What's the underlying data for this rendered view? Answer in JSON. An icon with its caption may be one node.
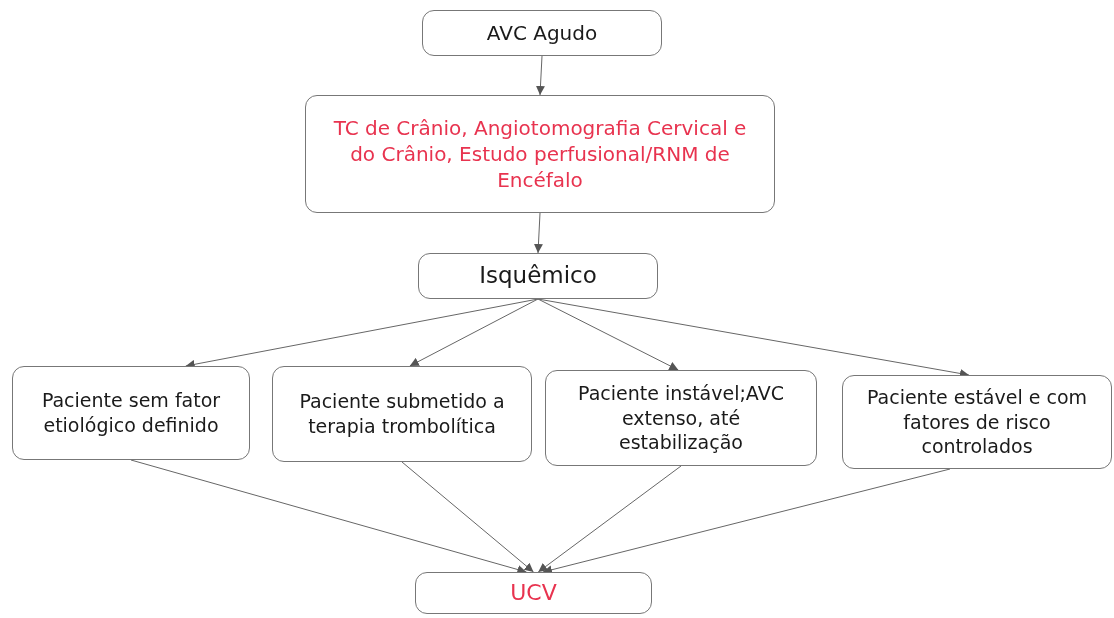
{
  "diagram": {
    "nodes": [
      {
        "text": [
          "AVC Agudo"
        ]
      },
      {
        "text": [
          "TC de Crânio, Angiotomografia Cervical e do Crânio, Estudo perfusional/RNM de Encéfalo"
        ]
      },
      {
        "text": [
          "Isquêmico"
        ]
      },
      {
        "text": [
          "Paciente sem fator etiológico definido"
        ]
      },
      {
        "text": [
          "Paciente submetido a terapia trombolítica"
        ]
      },
      {
        "text": [
          "Paciente instável;AVC extenso, até estabilização"
        ]
      },
      {
        "text": [
          "Paciente estável e com fatores de risco controlados"
        ]
      },
      {
        "text": [
          "UCV"
        ]
      }
    ],
    "edges": [
      {
        "from": 0,
        "to": 1,
        "arrow": "to"
      },
      {
        "from": 1,
        "to": 2,
        "arrow": "to"
      },
      {
        "from": 2,
        "to": 3,
        "arrow": "to"
      },
      {
        "from": 2,
        "to": 4,
        "arrow": "to"
      },
      {
        "from": 2,
        "to": 5,
        "arrow": "to"
      },
      {
        "from": 2,
        "to": 6,
        "arrow": "to"
      },
      {
        "from": 3,
        "to": 7,
        "arrow": "to"
      },
      {
        "from": 4,
        "to": 7,
        "arrow": "to"
      },
      {
        "from": 5,
        "to": 7,
        "arrow": "to"
      },
      {
        "from": 6,
        "to": 7,
        "arrow": "to"
      }
    ]
  }
}
